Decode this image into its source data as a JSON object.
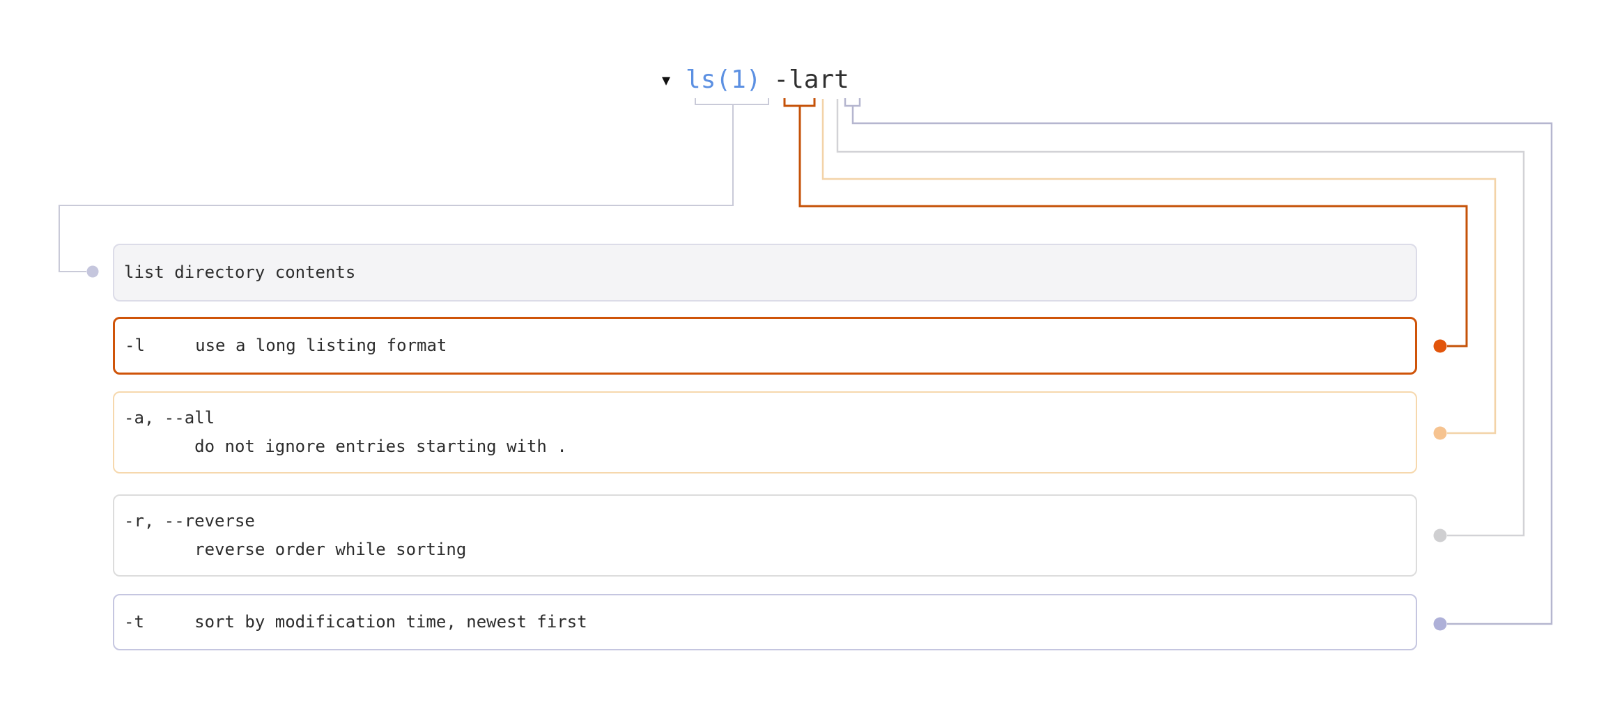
{
  "command": {
    "expander_icon": "▾",
    "program": "ls(1)",
    "arguments": "-lart",
    "program_color": "#5c90e2",
    "arguments_color": "#2f2f2f"
  },
  "boxes": [
    {
      "id": "ls",
      "source": "ls(1)",
      "text": "list directory contents",
      "border": "#dcdce8",
      "background": "#f4f4f6",
      "line": "#c9cad8",
      "dot": "#c5c6dd"
    },
    {
      "id": "-l",
      "source": "-l",
      "text": "-l     use a long listing format",
      "border": "#cf5409",
      "background": "#ffffff",
      "line": "#c55208",
      "dot": "#e2550b"
    },
    {
      "id": "-a",
      "source": "-a",
      "text": "-a, --all\n       do not ignore entries starting with .",
      "border": "#f6d8ad",
      "background": "#ffffff",
      "line": "#f3d3a8",
      "dot": "#f6c390"
    },
    {
      "id": "-r",
      "source": "-r",
      "text": "-r, --reverse\n       reverse order while sorting",
      "border": "#dcdcdc",
      "background": "#ffffff",
      "line": "#d2d2d6",
      "dot": "#cfcfd1"
    },
    {
      "id": "-t",
      "source": "-t",
      "text": "-t     sort by modification time, newest first",
      "border": "#c5c6e0",
      "background": "#ffffff",
      "line": "#b5b6cf",
      "dot": "#aeb0d8"
    }
  ]
}
